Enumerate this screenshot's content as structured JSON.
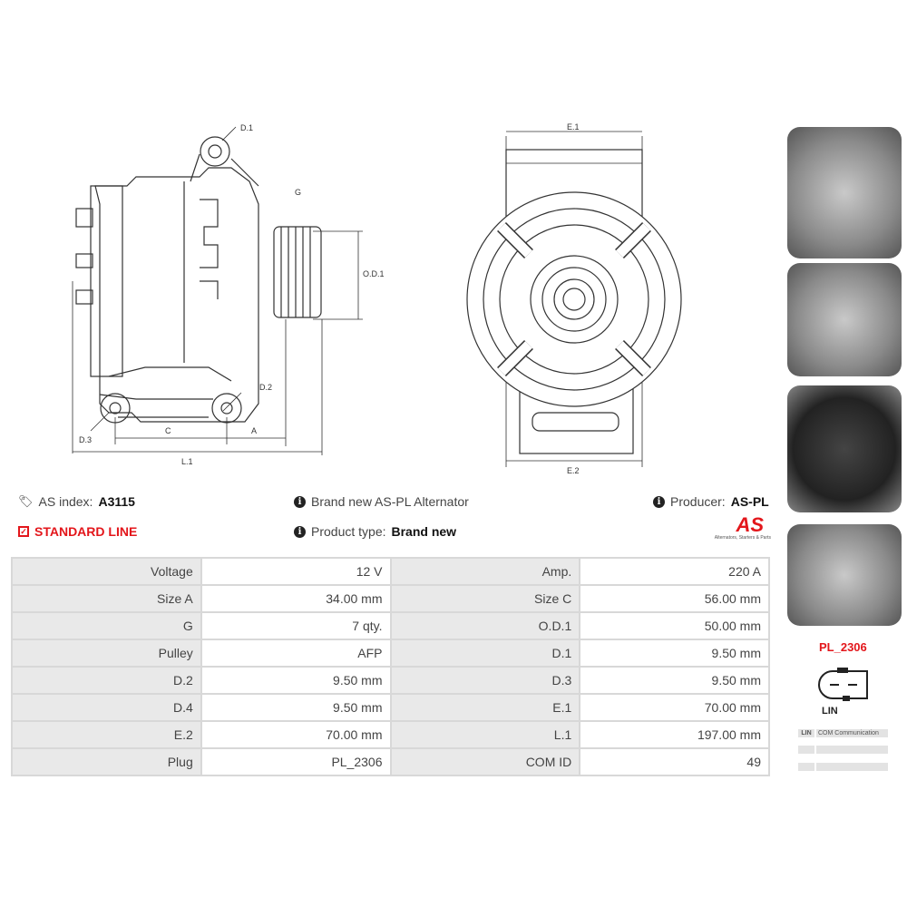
{
  "drawing_labels": {
    "d1": "D.1",
    "g": "G",
    "od1": "O.D.1",
    "d2": "D.2",
    "d3": "D.3",
    "c": "C",
    "a": "A",
    "l1": "L.1",
    "e1": "E.1",
    "e2": "E.2"
  },
  "info": {
    "as_index_label": "AS index:",
    "as_index": "A3115",
    "line": "STANDARD LINE",
    "description": "Brand new AS-PL Alternator",
    "product_type_label": "Product type:",
    "product_type": "Brand new",
    "producer_label": "Producer:",
    "producer": "AS-PL"
  },
  "logo": {
    "text": "AS",
    "tagline": "Alternators, Starters & Parts"
  },
  "specs": [
    [
      "Voltage",
      "12 V",
      "Amp.",
      "220 A"
    ],
    [
      "Size A",
      "34.00 mm",
      "Size C",
      "56.00 mm"
    ],
    [
      "G",
      "7 qty.",
      "O.D.1",
      "50.00 mm"
    ],
    [
      "Pulley",
      "AFP",
      "D.1",
      "9.50 mm"
    ],
    [
      "D.2",
      "9.50 mm",
      "D.3",
      "9.50 mm"
    ],
    [
      "D.4",
      "9.50 mm",
      "E.1",
      "70.00 mm"
    ],
    [
      "E.2",
      "70.00 mm",
      "L.1",
      "197.00 mm"
    ],
    [
      "Plug",
      "PL_2306",
      "COM ID",
      "49"
    ]
  ],
  "plug": {
    "code": "PL_2306",
    "type": "LIN",
    "legend_key": "LIN",
    "legend_value": "COM Communication"
  },
  "colors": {
    "accent": "#e3161b"
  }
}
